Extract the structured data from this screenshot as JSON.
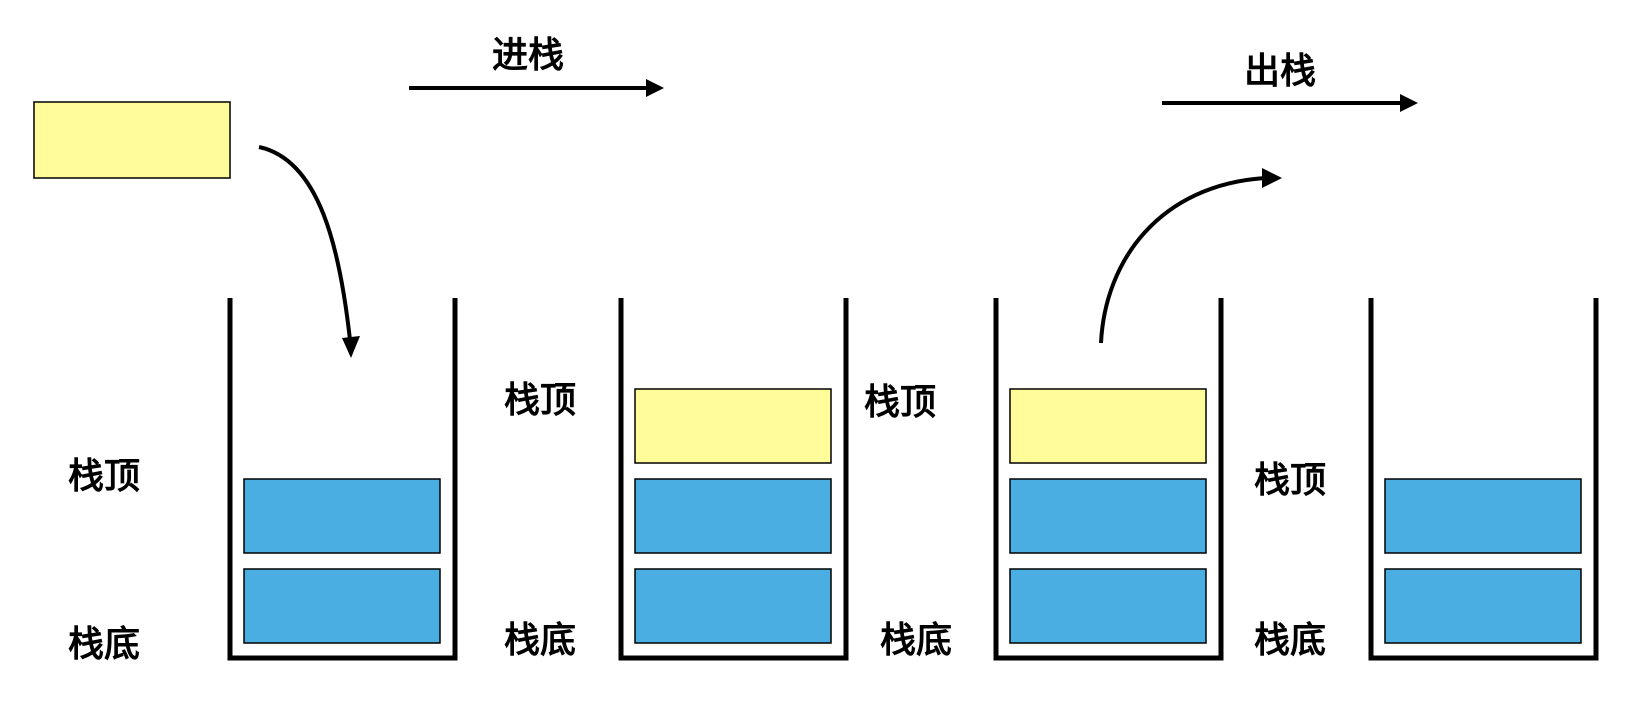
{
  "colors": {
    "pushed_element": "#fffc99",
    "stack_element": "#4aaee3",
    "outline": "#000000"
  },
  "operations": {
    "push_label": "进栈",
    "pop_label": "出栈"
  },
  "stacks": [
    {
      "top_label": "栈顶",
      "bottom_label": "栈底",
      "elements": [
        "stack_element",
        "stack_element"
      ]
    },
    {
      "top_label": "栈顶",
      "bottom_label": "栈底",
      "elements": [
        "stack_element",
        "stack_element",
        "pushed_element"
      ]
    },
    {
      "top_label": "栈顶",
      "bottom_label": "栈底",
      "elements": [
        "stack_element",
        "stack_element",
        "pushed_element"
      ]
    },
    {
      "top_label": "栈顶",
      "bottom_label": "栈底",
      "elements": [
        "stack_element",
        "stack_element"
      ]
    }
  ]
}
